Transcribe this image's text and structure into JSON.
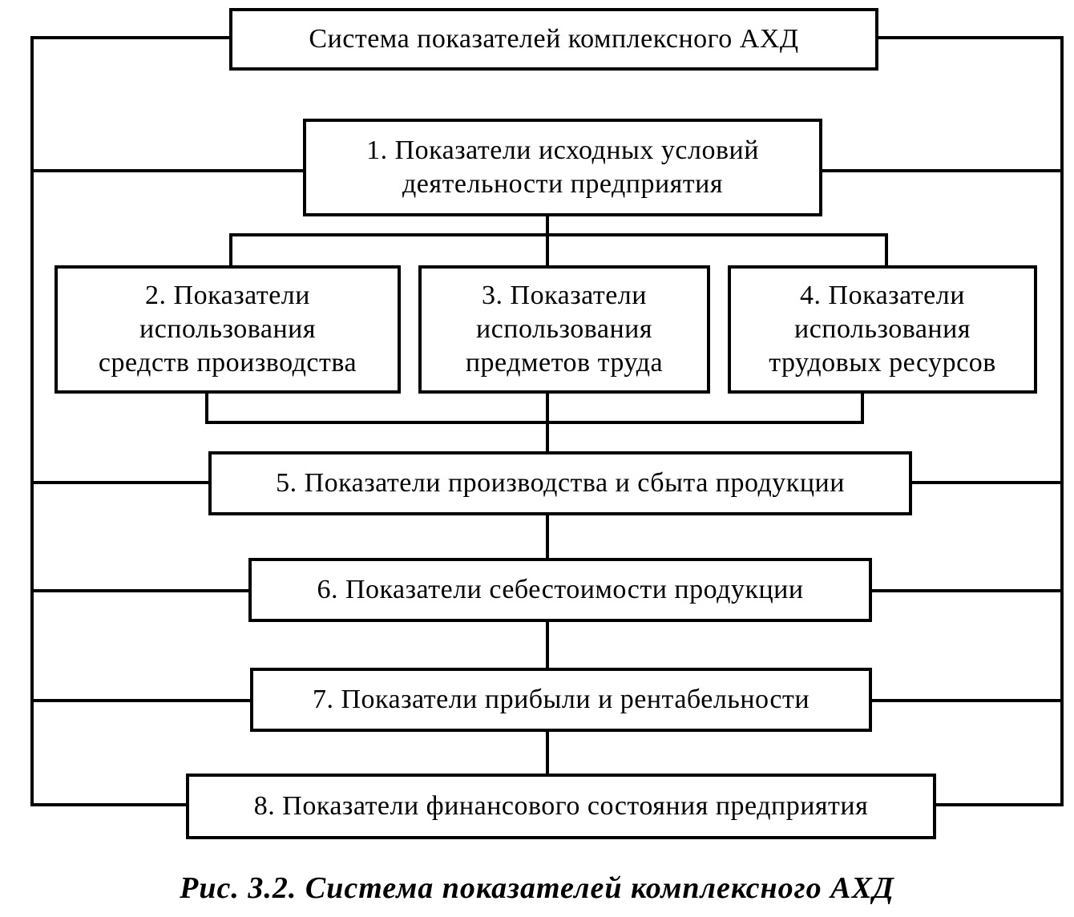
{
  "diagram": {
    "boxes": {
      "system": "Система показателей комплексного АХД",
      "b1": "1. Показатели исходных условий\nдеятельности предприятия",
      "b2": "2. Показатели\nиспользования\nсредств  производства",
      "b3": "3. Показатели\nиспользования\nпредметов  труда",
      "b4": "4. Показатели\nиспользования\nтрудовых ресурсов",
      "b5": "5. Показатели производства и сбыта продукции",
      "b6": "6. Показатели себестоимости продукции",
      "b7": "7. Показатели прибыли и рентабельности",
      "b8": "8. Показатели финансового состояния предприятия"
    }
  },
  "caption": "Рис. 3.2. Система показателей комплексного АХД"
}
